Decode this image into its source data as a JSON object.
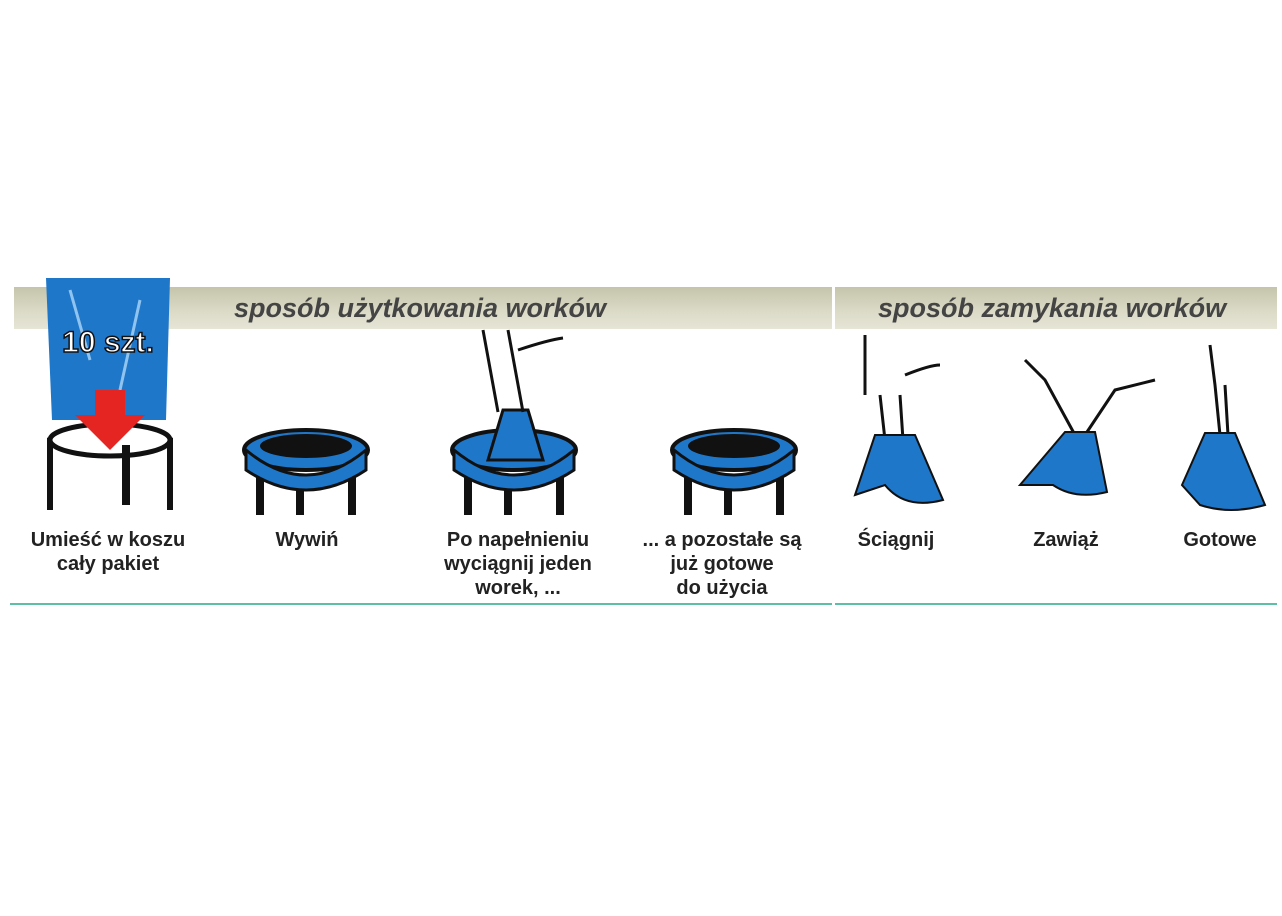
{
  "headers": {
    "usage": "sposób użytkowania worków",
    "closing": "sposób zamykania worków"
  },
  "package_label": "10 szt.",
  "steps": [
    {
      "lines": [
        "Umieść w koszu",
        "cały pakiet"
      ]
    },
    {
      "lines": [
        "Wywiń"
      ]
    },
    {
      "lines": [
        "Po napełnieniu",
        "wyciągnij jeden",
        "worek, ..."
      ]
    },
    {
      "lines": [
        "... a pozostałe są",
        "już gotowe",
        "do użycia"
      ]
    },
    {
      "lines": [
        "Ściągnij"
      ]
    },
    {
      "lines": [
        "Zawiąż"
      ]
    },
    {
      "lines": [
        "Gotowe"
      ]
    }
  ],
  "colors": {
    "bag": "#1f77c9",
    "arrow": "#e52521",
    "teal": "#5cbfa6",
    "band": "#c5c4ab"
  }
}
